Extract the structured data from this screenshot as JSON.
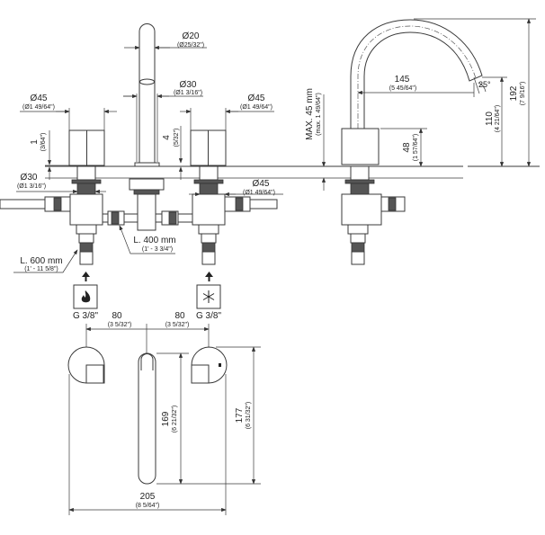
{
  "front_view": {
    "spout_diameter": {
      "mm": "Ø20",
      "inch": "(Ø25/32\")"
    },
    "spout_base_diameter": {
      "mm": "Ø30",
      "inch": "(Ø1 3/16\")"
    },
    "left_handle_diameter": {
      "mm": "Ø45",
      "inch": "(Ø1 49/64\")"
    },
    "right_handle_diameter": {
      "mm": "Ø45",
      "inch": "(Ø1 49/64\")"
    },
    "handle_gap": {
      "mm": "1",
      "inch": "(3/64\")"
    },
    "spout_flange": {
      "mm": "4",
      "inch": "(5/32\")"
    },
    "left_stem_diameter": {
      "mm": "Ø30",
      "inch": "(Ø1 3/16\")"
    },
    "right_stem_diameter": {
      "mm": "Ø45",
      "inch": "(Ø1 49/64\")"
    },
    "hose_center": {
      "mm": "L. 400 mm",
      "inch": "(1' - 3 3/4\")"
    },
    "hose_side": {
      "mm": "L. 600 mm",
      "inch": "(1' - 11 5/8\")"
    },
    "hot_inlet": {
      "label": "G 3/8\"",
      "icon": "flame-icon"
    },
    "cold_inlet": {
      "label": "G 3/8\"",
      "icon": "snowflake-icon"
    },
    "spacing_left": {
      "mm": "80",
      "inch": "(3 5/32\")"
    },
    "spacing_right": {
      "mm": "80",
      "inch": "(3 5/32\")"
    }
  },
  "side_view": {
    "reach": {
      "mm": "145",
      "inch": "(5 45/64\")"
    },
    "angle": "25°",
    "total_height": {
      "mm": "192",
      "inch": "(7 9/16\")"
    },
    "outlet_height": {
      "mm": "110",
      "inch": "(4 21/64\")"
    },
    "base_height": {
      "mm": "48",
      "inch": "(1 57/64\")"
    },
    "deck_thickness": {
      "mm": "MAX. 45 mm",
      "inch": "(max. 1 49/64\")"
    }
  },
  "top_view": {
    "spout_length": {
      "mm": "169",
      "inch": "(6 21/32\")"
    },
    "depth": {
      "mm": "177",
      "inch": "(6 31/32\")"
    },
    "width": {
      "mm": "205",
      "inch": "(8 5/64\")"
    }
  }
}
